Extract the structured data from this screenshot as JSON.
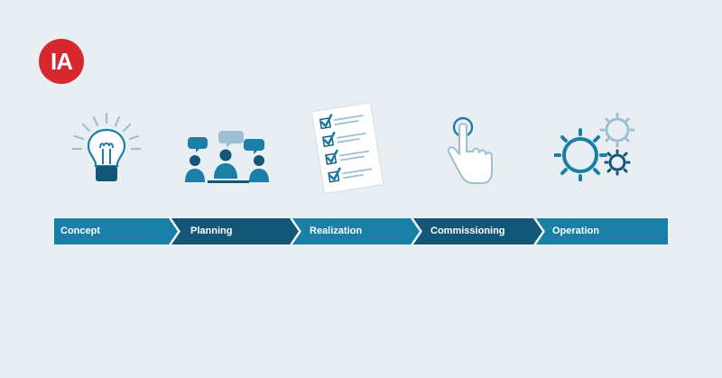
{
  "logo": {
    "text": "IA",
    "color": "#d7282f"
  },
  "colors": {
    "background": "#e9eef3",
    "primary": "#1a7fa6",
    "dark": "#135777",
    "light": "#9cc0d0"
  },
  "steps": [
    {
      "label": "Concept",
      "icon": "lightbulb-icon",
      "color": "#1a7fa6"
    },
    {
      "label": "Planning",
      "icon": "meeting-people-icon",
      "color": "#135777"
    },
    {
      "label": "Realization",
      "icon": "checklist-icon",
      "color": "#1a7fa6"
    },
    {
      "label": "Commissioning",
      "icon": "touch-hand-icon",
      "color": "#135777"
    },
    {
      "label": "Operation",
      "icon": "gears-icon",
      "color": "#1a7fa6"
    }
  ]
}
